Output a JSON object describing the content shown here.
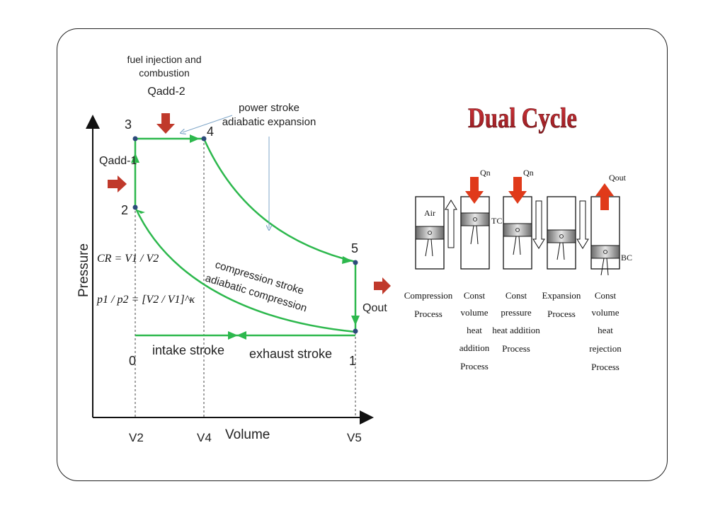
{
  "title": "Dual Cycle",
  "pv": {
    "y_axis_label": "Pressure",
    "x_axis_label": "Volume",
    "x_ticks": [
      "V2",
      "V4",
      "V5"
    ],
    "points": [
      "0",
      "1",
      "2",
      "3",
      "4",
      "5"
    ],
    "annotations": {
      "fuel_1": "fuel injection and",
      "fuel_2": "combustion",
      "q_add2": "Qadd-2",
      "q_add1": "Qadd-1",
      "q_out": "Qout",
      "power_1": "power stroke",
      "power_2": "adiabatic expansion",
      "comp_1": "compression stroke",
      "comp_2": "adiabatic compression",
      "intake": "intake stroke",
      "exhaust": "exhaust stroke"
    },
    "formulas": {
      "cr": "CR = V1 / V2",
      "pr": "p1 / p2 = [V2 / V1]^κ"
    }
  },
  "processes": [
    {
      "label_lines": [
        "Compression",
        "Process"
      ],
      "top_label": "",
      "inner": "Air",
      "side": ""
    },
    {
      "label_lines": [
        "Const",
        "volume",
        "heat",
        "addition",
        "Process"
      ],
      "top_label": "Qn",
      "inner": "",
      "side": "TC"
    },
    {
      "label_lines": [
        "Const",
        "pressure",
        "heat addition",
        "Process"
      ],
      "top_label": "Qn",
      "inner": "",
      "side": ""
    },
    {
      "label_lines": [
        "Expansion",
        "Process"
      ],
      "top_label": "",
      "inner": "",
      "side": ""
    },
    {
      "label_lines": [
        "Const",
        "volume",
        "heat",
        "rejection",
        "Process"
      ],
      "top_label": "Qout",
      "inner": "",
      "side": "BC"
    }
  ],
  "colors": {
    "curve": "#2db84d",
    "arrow_red": "#c0392b",
    "title_red": "#b8232a",
    "point": "#2c4a7a",
    "bright_red": "#e03a1a"
  }
}
